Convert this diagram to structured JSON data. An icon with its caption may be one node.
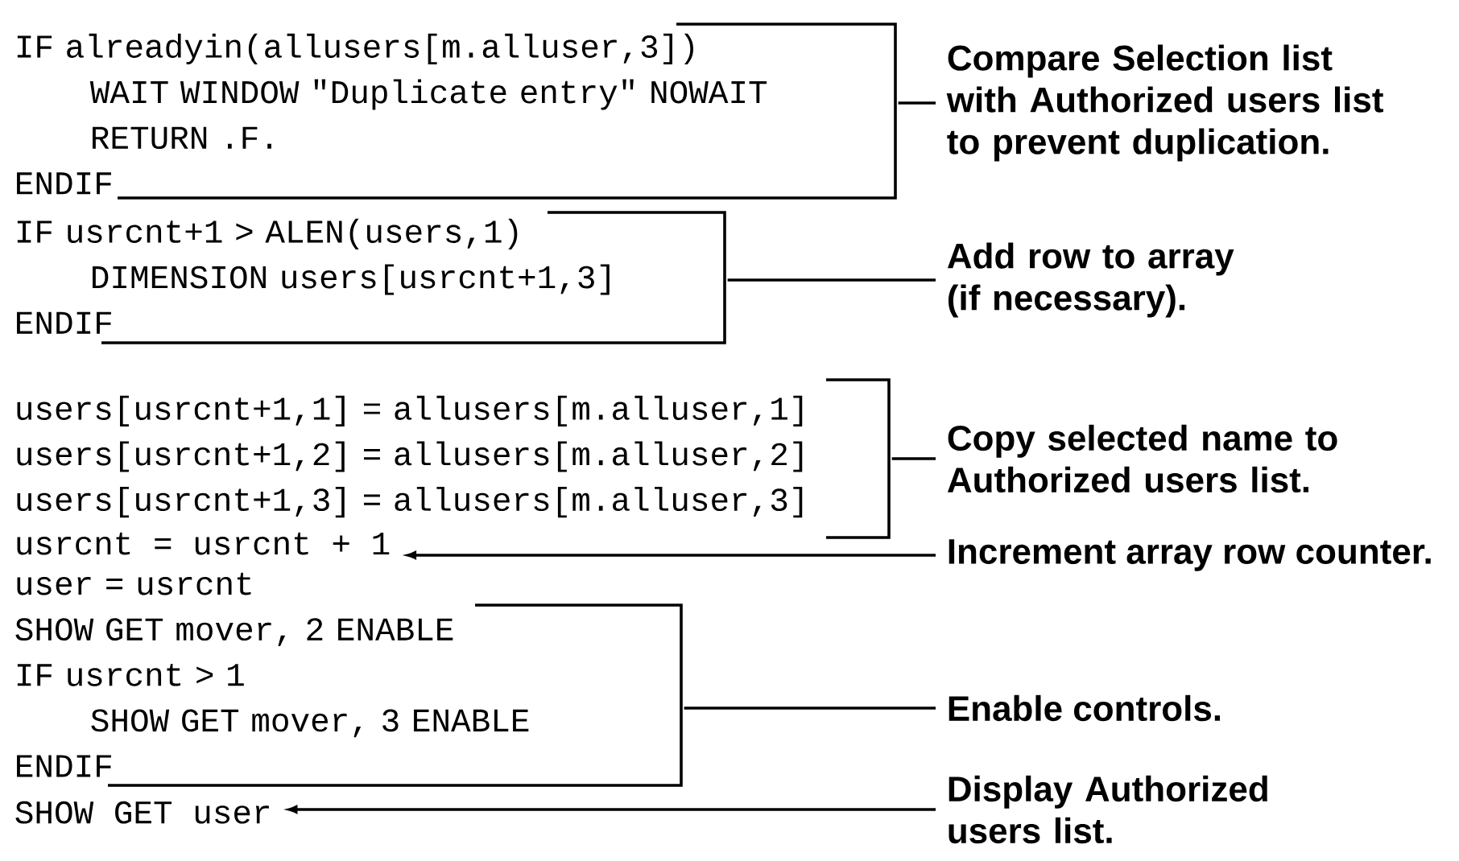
{
  "diagram": {
    "nodes": [
      {
        "text": [
          "IF alreadyin(allusers[m.alluser,3])",
          "WAIT WINDOW \"Duplicate entry\" NOWAIT",
          "RETURN .F.",
          "ENDIF"
        ]
      },
      {
        "text": [
          "Compare Selection list with Authorized users list to prevent duplication."
        ]
      },
      {
        "text": [
          "IF usrcnt+1 > ALEN(users,1)",
          "DIMENSION users[usrcnt+1,3]",
          "ENDIF"
        ]
      },
      {
        "text": [
          "Add row to array (if necessary)."
        ]
      },
      {
        "text": [
          "users[usrcnt+1,1] = allusers[m.alluser,1]",
          "users[usrcnt+1,2] = allusers[m.alluser,2]",
          "users[usrcnt+1,3] = allusers[m.alluser,3]"
        ]
      },
      {
        "text": [
          "Copy selected name to Authorized users list."
        ]
      },
      {
        "text": [
          "usrcnt = usrcnt + 1"
        ]
      },
      {
        "text": [
          "Increment array row counter."
        ]
      },
      {
        "text": [
          "user = usrcnt",
          "SHOW GET mover, 2 ENABLE",
          "IF usrcnt > 1",
          "SHOW GET mover, 3 ENABLE",
          "ENDIF"
        ]
      },
      {
        "text": [
          "Enable controls."
        ]
      },
      {
        "text": [
          "SHOW GET user"
        ]
      },
      {
        "text": [
          "Display Authorized users list."
        ]
      }
    ],
    "edges": [
      {
        "from": 1,
        "to": 0,
        "arrow": "none"
      },
      {
        "from": 3,
        "to": 2,
        "arrow": "none"
      },
      {
        "from": 5,
        "to": 4,
        "arrow": "none"
      },
      {
        "from": 7,
        "to": 6,
        "arrow": "to"
      },
      {
        "from": 9,
        "to": 8,
        "arrow": "none"
      },
      {
        "from": 11,
        "to": 10,
        "arrow": "to"
      }
    ]
  }
}
